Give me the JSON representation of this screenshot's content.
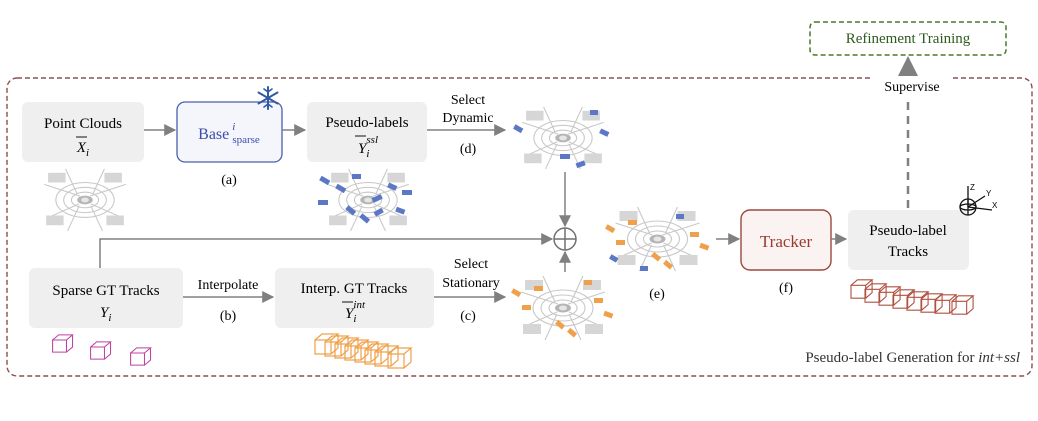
{
  "title_box": {
    "label": "Refinement Training"
  },
  "supervise_label": "Supervise",
  "region_caption": {
    "prefix": "Pseudo-label Generation for ",
    "italic": "int+ssl"
  },
  "nodes": {
    "point_clouds": {
      "line1": "Point Clouds",
      "sym_base": "X",
      "sym_sub": "i"
    },
    "base_sparse": {
      "base": "Base",
      "sup": "i",
      "sub": "sparse",
      "caption": "(a)"
    },
    "pseudo_labels": {
      "line1": "Pseudo-labels",
      "sym_base": "Y",
      "sym_sub": "i",
      "sym_sup": "ssl"
    },
    "sparse_gt": {
      "line1": "Sparse GT Tracks",
      "sym_base": "Y",
      "sym_sub": "i"
    },
    "interp_gt": {
      "line1": "Interp. GT  Tracks",
      "sym_base": "Y",
      "sym_sub": "i",
      "sym_sup": "int"
    },
    "tracker": {
      "label": "Tracker",
      "caption": "(f)"
    },
    "pseudo_tracks": {
      "line1": "Pseudo-label",
      "line2": "Tracks"
    }
  },
  "edges": {
    "select_dynamic": {
      "line1": "Select",
      "line2": "Dynamic",
      "caption": "(d)"
    },
    "interpolate": {
      "label": "Interpolate",
      "caption": "(b)"
    },
    "select_stationary": {
      "line1": "Select",
      "line2": "Stationary",
      "caption": "(c)"
    },
    "merge": {
      "caption": "(e)"
    }
  },
  "axis_labels": {
    "z": "Z",
    "y": "Y",
    "x": "X"
  },
  "colors": {
    "refine_border": "#4a7a2a",
    "region_border": "#8b5050",
    "box_fill": "#efefef",
    "base_border": "#4a5fb0",
    "base_fill": "#f4f6fc",
    "base_text": "#3a4ea8",
    "tracker_border": "#9a4a3e",
    "tracker_fill": "#fbf3f1",
    "tracker_text": "#9a3a2e",
    "arrow": "#808080",
    "dynamic_boxes": "#5b77c6",
    "stationary_boxes": "#f0a04a",
    "gt_boxes": "#c040a0",
    "track_boxes": "#b05040",
    "snowflake": "#2f5aa5"
  },
  "icons": [
    "snowflake-icon",
    "axes-icon",
    "merge-circle-icon",
    "lidar-scene-icon",
    "box-track-icon"
  ]
}
